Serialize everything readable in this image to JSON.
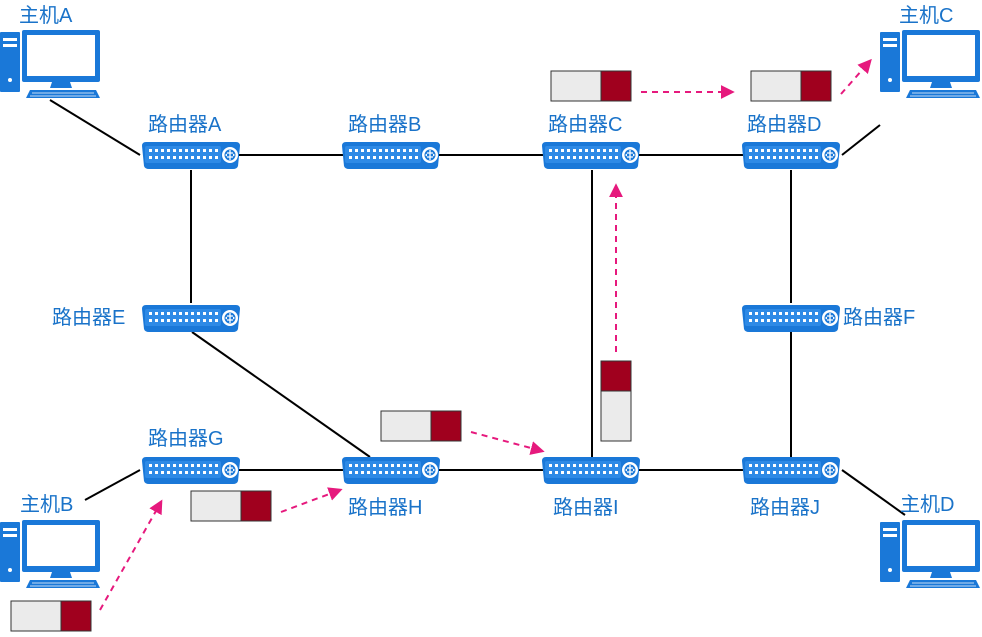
{
  "hosts": [
    {
      "id": "A",
      "label": "主机A"
    },
    {
      "id": "B",
      "label": "主机B"
    },
    {
      "id": "C",
      "label": "主机C"
    },
    {
      "id": "D",
      "label": "主机D"
    }
  ],
  "routers": [
    {
      "id": "A",
      "label": "路由器A"
    },
    {
      "id": "B",
      "label": "路由器B"
    },
    {
      "id": "C",
      "label": "路由器C"
    },
    {
      "id": "D",
      "label": "路由器D"
    },
    {
      "id": "E",
      "label": "路由器E"
    },
    {
      "id": "F",
      "label": "路由器F"
    },
    {
      "id": "G",
      "label": "路由器G"
    },
    {
      "id": "H",
      "label": "路由器H"
    },
    {
      "id": "I",
      "label": "路由器I"
    },
    {
      "id": "J",
      "label": "路由器J"
    }
  ],
  "links": [
    [
      "host-A",
      "router-A"
    ],
    [
      "router-A",
      "router-B"
    ],
    [
      "router-B",
      "router-C"
    ],
    [
      "router-C",
      "router-D"
    ],
    [
      "router-D",
      "host-C"
    ],
    [
      "router-A",
      "router-E"
    ],
    [
      "router-E",
      "router-H"
    ],
    [
      "router-G",
      "router-H"
    ],
    [
      "router-H",
      "router-I"
    ],
    [
      "router-I",
      "router-J"
    ],
    [
      "router-C",
      "router-I"
    ],
    [
      "router-D",
      "router-F"
    ],
    [
      "router-F",
      "router-J"
    ],
    [
      "router-J",
      "host-D"
    ],
    [
      "router-G",
      "host-B"
    ]
  ],
  "packet_path": [
    "host-B",
    "router-G",
    "router-H",
    "router-I",
    "router-C",
    "router-D",
    "host-C"
  ],
  "colors": {
    "device": "#1a78d8",
    "label": "#1a73c9",
    "link": "#000000",
    "arrow": "#e6197d",
    "packet_header": "#a0001e",
    "packet_body": "#ebebeb"
  }
}
